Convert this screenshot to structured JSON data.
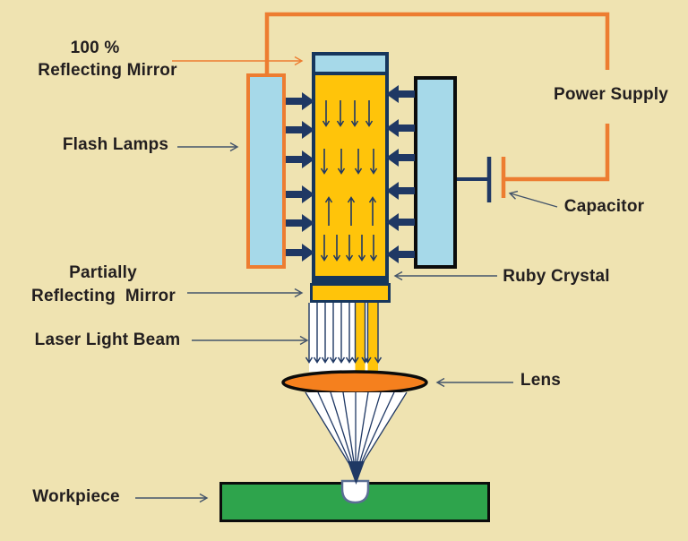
{
  "labels": {
    "mirror_top_line1": "100 %",
    "mirror_top_line2": "Reflecting Mirror",
    "flash_lamps": "Flash Lamps",
    "partial_mirror_line1": "Partially",
    "partial_mirror_line2": "Reflecting  Mirror",
    "laser_beam": "Laser Light Beam",
    "workpiece": "Workpiece",
    "power_supply": "Power Supply",
    "capacitor": "Capacitor",
    "ruby_crystal": "Ruby Crystal",
    "lens": "Lens"
  },
  "colors": {
    "bg": "#EFE3B1",
    "lamp_blue": "#A6D9E9",
    "crystal_yellow": "#FFC40A",
    "wire_orange": "#ED7D31",
    "lens_orange": "#F5801E",
    "workpiece_green": "#2EA44C",
    "outline_navy": "#16365C",
    "arrow_navy": "#1F3864",
    "arrow_slate": "#44546A",
    "text_dark": "#221E1F",
    "black": "#0C0C0C"
  }
}
